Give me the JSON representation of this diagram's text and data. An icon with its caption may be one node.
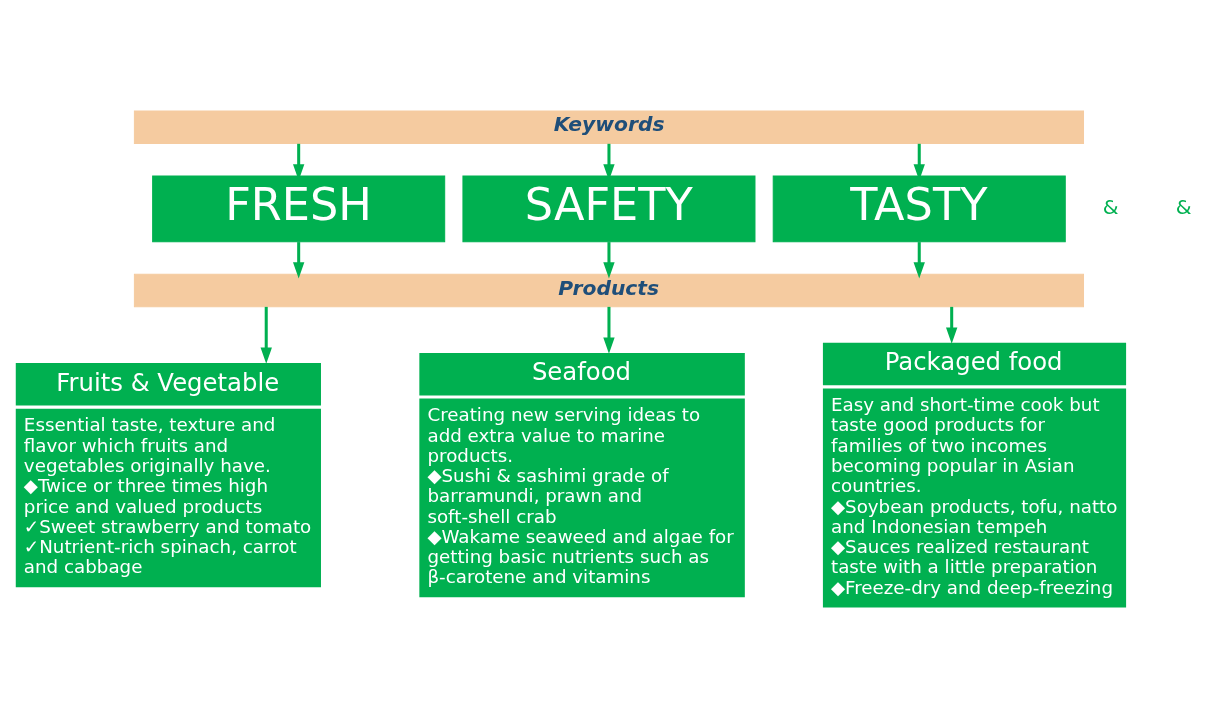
{
  "diagram": {
    "nodes": [
      {
        "text": [
          "Keywords"
        ]
      },
      {
        "text": [
          "FRESH"
        ]
      },
      {
        "text": [
          "SAFETY"
        ]
      },
      {
        "text": [
          "TASTY"
        ]
      },
      {
        "text": [
          "Products"
        ]
      },
      {
        "text": [
          "Fruits & Vegetable",
          "Essential taste, texture and flavor which fruits and vegetables originally have.",
          "◆Twice or three times high price and valued products",
          "✓Sweet strawberry and tomato",
          "✓Nutrient-rich spinach, carrot and cabbage"
        ]
      },
      {
        "text": [
          "Seafood",
          "Creating new serving ideas to add extra value to marine products.",
          "◆Sushi & sashimi grade of barramundi, prawn and soft-shell crab",
          "◆Wakame seaweed and algae for getting basic nutrients such as β-carotene and vitamins"
        ]
      },
      {
        "text": [
          "Packaged food",
          "Easy and short-time cook but taste good products for families of two incomes becoming popular in Asian countries.",
          "◆Soybean products, tofu, natto and Indonesian tempeh",
          "◆Sauces realized restaurant taste with a little preparation",
          "◆Freeze-dry and deep-freezing"
        ]
      }
    ],
    "edges": [
      {
        "from": 0,
        "to": 1,
        "arrow": "to"
      },
      {
        "from": 0,
        "to": 2,
        "arrow": "to"
      },
      {
        "from": 0,
        "to": 3,
        "arrow": "to"
      },
      {
        "from": 1,
        "to": 4,
        "arrow": "to"
      },
      {
        "from": 2,
        "to": 4,
        "arrow": "to"
      },
      {
        "from": 3,
        "to": 4,
        "arrow": "to"
      },
      {
        "from": 4,
        "to": 5,
        "arrow": "to"
      },
      {
        "from": 4,
        "to": 6,
        "arrow": "to"
      },
      {
        "from": 4,
        "to": 7,
        "arrow": "to"
      }
    ],
    "labels": [
      "&",
      "&"
    ]
  }
}
